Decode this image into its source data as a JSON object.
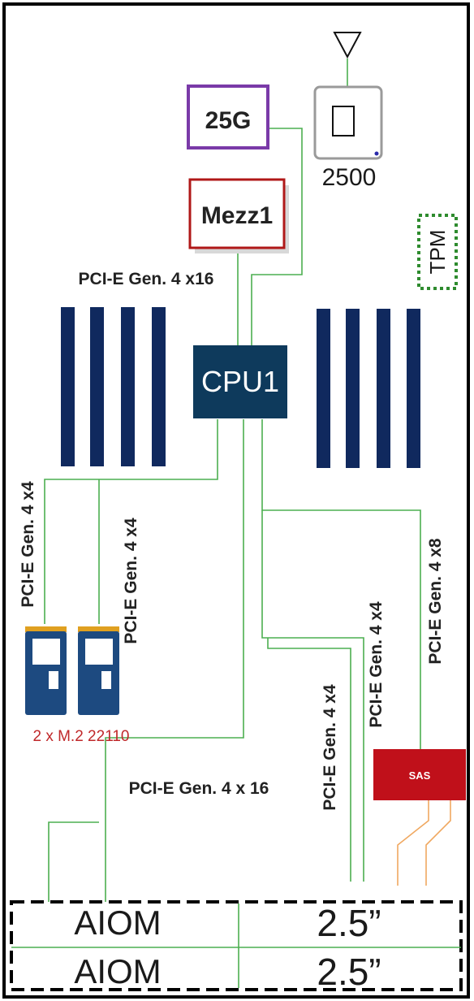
{
  "components": {
    "nic_25g": "25G",
    "bmc_2500": "2500",
    "mezz": "Mezz1",
    "tpm": "TPM",
    "cpu": "CPU1",
    "sas": "SAS",
    "m2_caption": "2 x M.2 22110"
  },
  "links": {
    "mezz_link": "PCI-E Gen. 4 x16",
    "m2_left": "PCI-E Gen. 4 x4",
    "m2_right": "PCI-E Gen. 4 x4",
    "aiom_link": "PCI-E Gen. 4 x 16",
    "drive_link_a": "PCI-E Gen. 4 x4",
    "drive_link_b": "PCI-E Gen. 4 x4",
    "sas_link": "PCI-E Gen. 4 x8"
  },
  "bays": {
    "aiom_top": "AIOM",
    "aiom_bottom": "AIOM",
    "drive_top": "2.5”",
    "drive_bottom": "2.5”"
  },
  "colors": {
    "dimm": "#10295e",
    "cpu": "#0e3a5c",
    "trace": "#4caf50",
    "sas": "#c0101a",
    "sas_trace": "#f0a860",
    "nic_border": "#7a3aa8",
    "mezz_border": "#b01818",
    "tpm_border": "#2e8b2e",
    "m2_gold": "#e0a020",
    "m2_caption": "#c0282a"
  }
}
